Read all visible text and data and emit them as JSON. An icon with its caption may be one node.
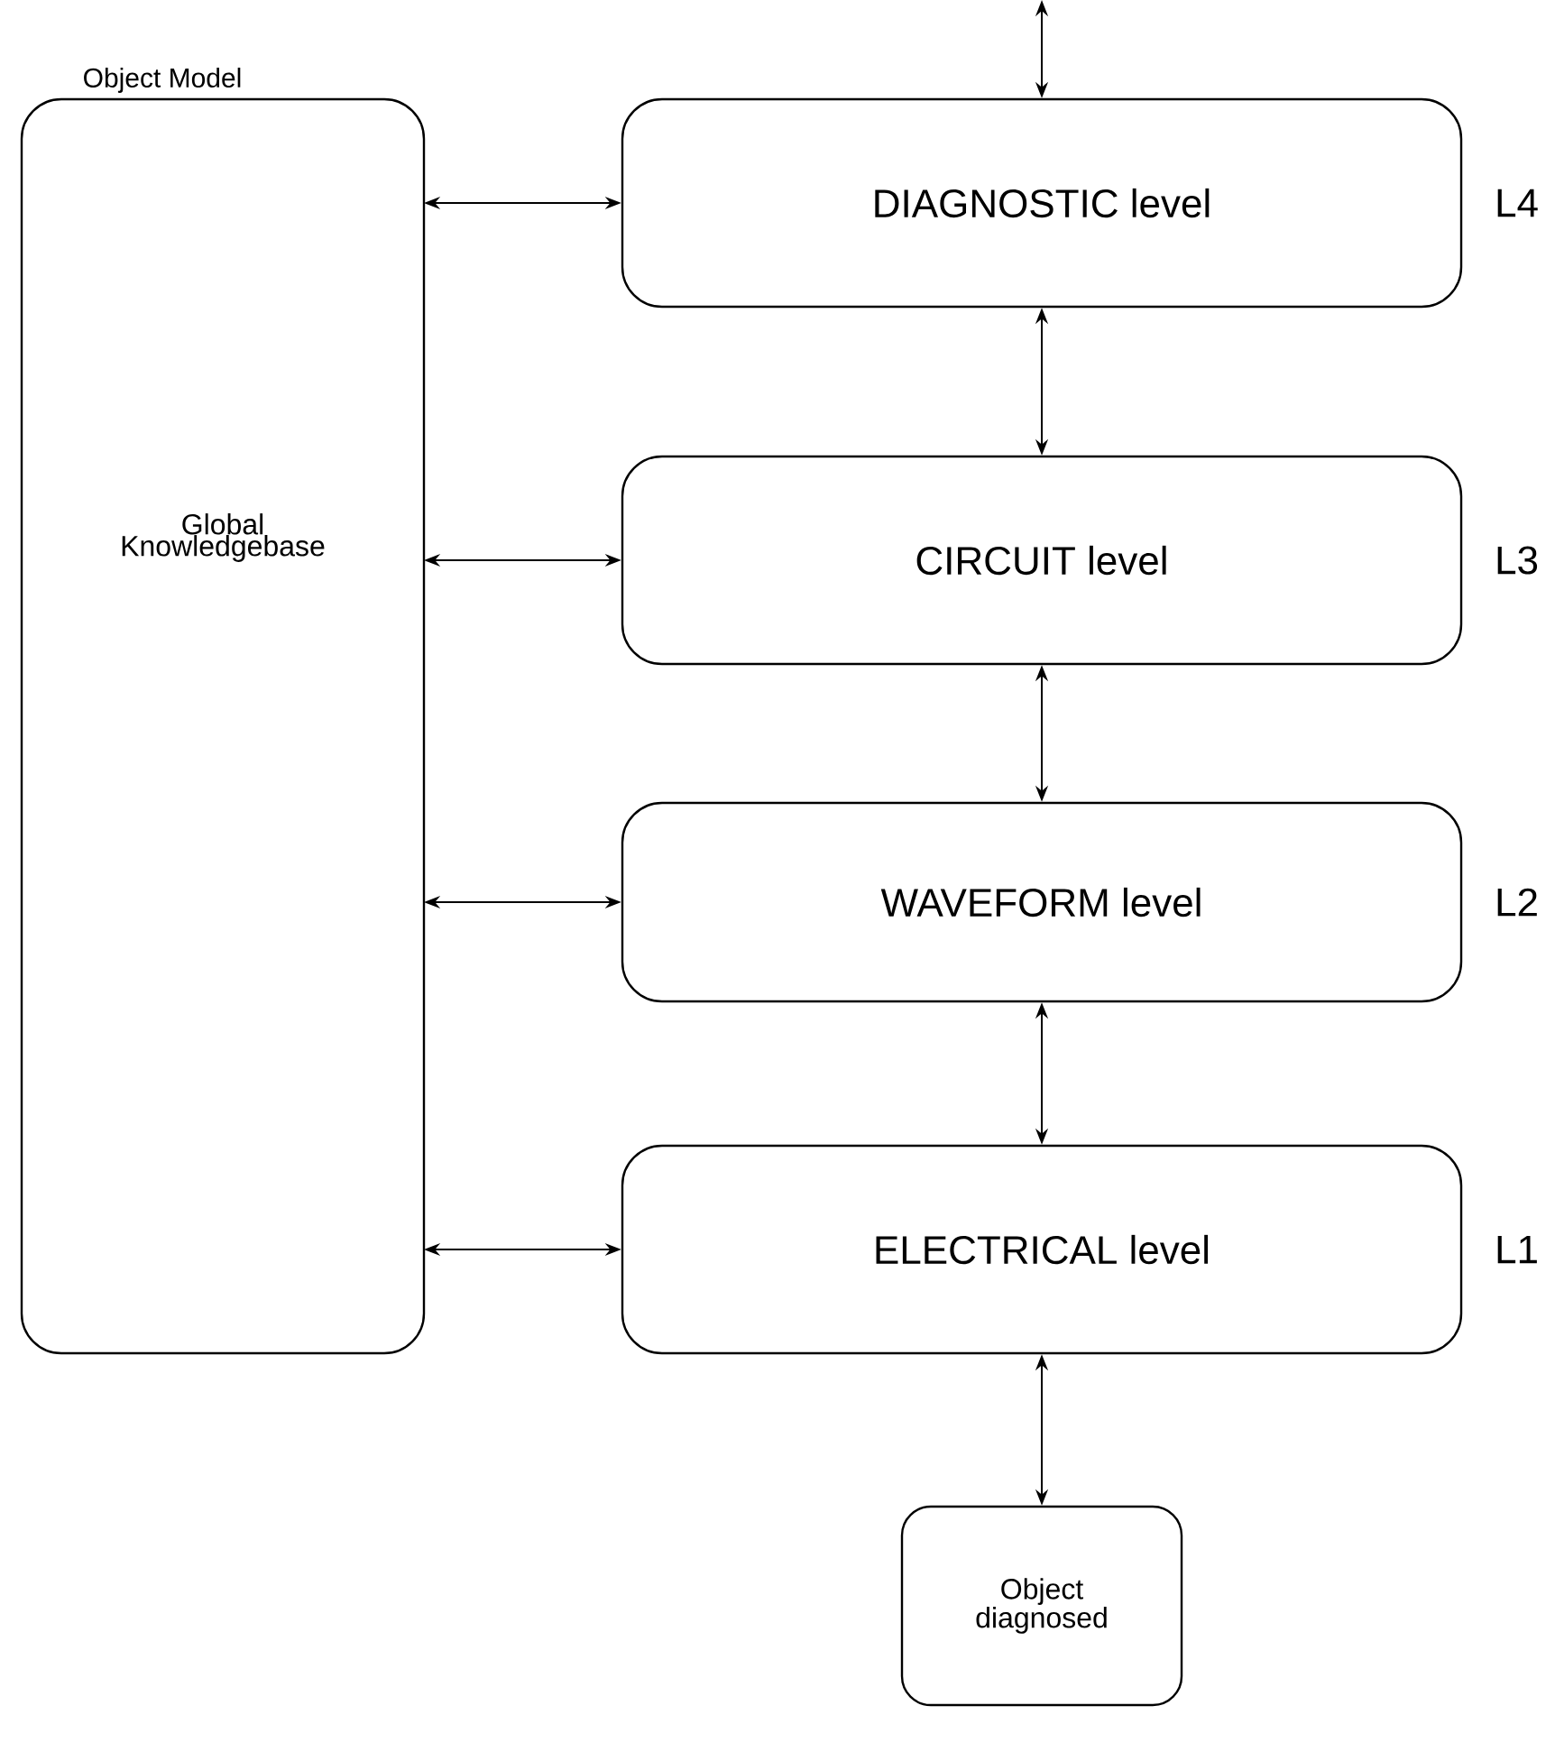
{
  "diagram": {
    "nodes": [
      {
        "text": [
          "Object Model",
          "Global Knowledgebase"
        ]
      },
      {
        "text": [
          "DIAGNOSTIC level"
        ],
        "beside": [
          "L4"
        ]
      },
      {
        "text": [
          "CIRCUIT level"
        ],
        "beside": [
          "L3"
        ]
      },
      {
        "text": [
          "WAVEFORM level"
        ],
        "beside": [
          "L2"
        ]
      },
      {
        "text": [
          "ELECTRICAL level"
        ],
        "beside": [
          "L1"
        ]
      },
      {
        "text": [
          "Object diagnosed"
        ]
      }
    ],
    "edges": [
      {
        "from": null,
        "to": 1,
        "arrow": "both"
      },
      {
        "from": 0,
        "to": 1,
        "arrow": "both"
      },
      {
        "from": 0,
        "to": 2,
        "arrow": "both"
      },
      {
        "from": 0,
        "to": 3,
        "arrow": "both"
      },
      {
        "from": 0,
        "to": 4,
        "arrow": "both"
      },
      {
        "from": 1,
        "to": 2,
        "arrow": "both"
      },
      {
        "from": 2,
        "to": 3,
        "arrow": "both"
      },
      {
        "from": 3,
        "to": 4,
        "arrow": "both"
      },
      {
        "from": 4,
        "to": 5,
        "arrow": "both"
      }
    ]
  }
}
